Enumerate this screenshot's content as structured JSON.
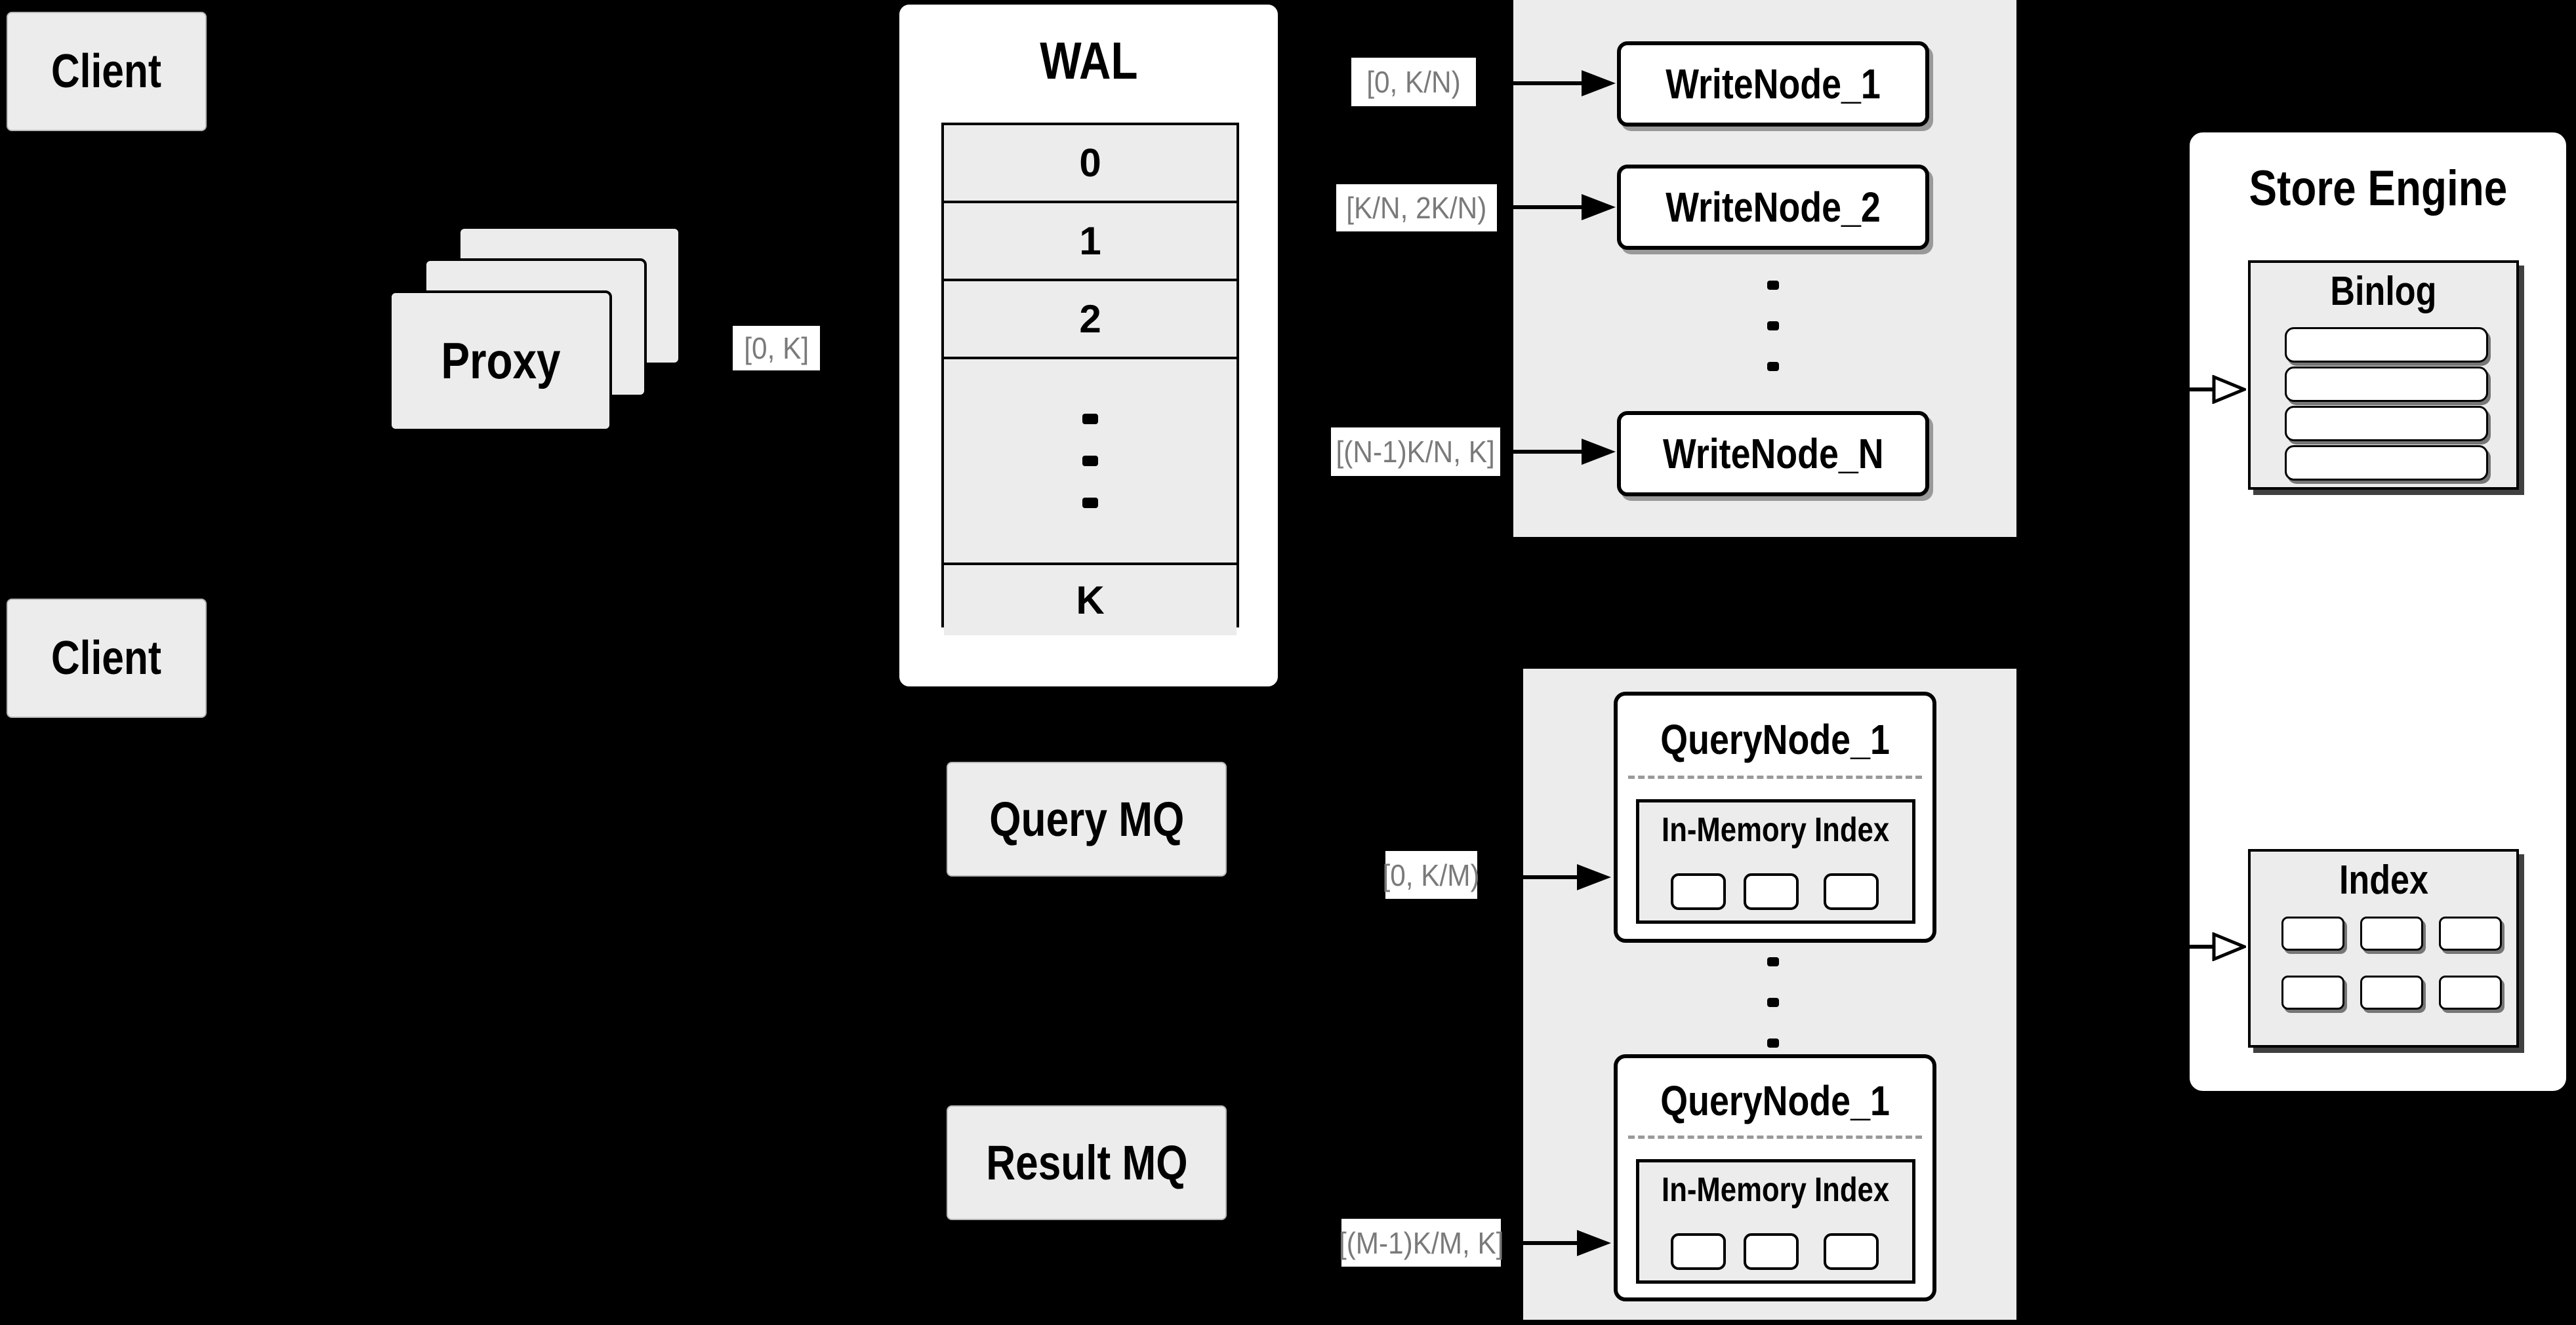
{
  "colors": {
    "background": "#000000",
    "panel_gray": "#ececec",
    "box_white": "#ffffff",
    "line_black": "#000000",
    "label_text_gray": "#7a7a7a"
  },
  "client_top": {
    "label": "Client"
  },
  "client_bottom": {
    "label": "Client"
  },
  "proxy": {
    "label": "Proxy"
  },
  "flow_labels": {
    "proxy_to_wal": "[0, K]",
    "to_write_node_1": "[0, K/N)",
    "to_write_node_2": "[K/N, 2K/N)",
    "to_write_node_n": "[(N-1)K/N, K]",
    "to_query_node_top": "[0, K/M)",
    "to_query_node_bottom": "[(M-1)K/M, K]"
  },
  "wal": {
    "title": "WAL",
    "segment_0": "0",
    "segment_1": "1",
    "segment_2": "2",
    "segment_last": "K"
  },
  "write_group": {
    "node_1": "WriteNode_1",
    "node_2": "WriteNode_2",
    "node_n": "WriteNode_N"
  },
  "store_engine": {
    "title": "Store Engine",
    "binlog_title": "Binlog",
    "index_title": "Index"
  },
  "mq": {
    "query": "Query MQ",
    "result": "Result MQ"
  },
  "query_group": {
    "node_top_title": "QueryNode_1",
    "node_bottom_title": "QueryNode_1",
    "in_memory_top": "In-Memory Index",
    "in_memory_bottom": "In-Memory Index"
  }
}
